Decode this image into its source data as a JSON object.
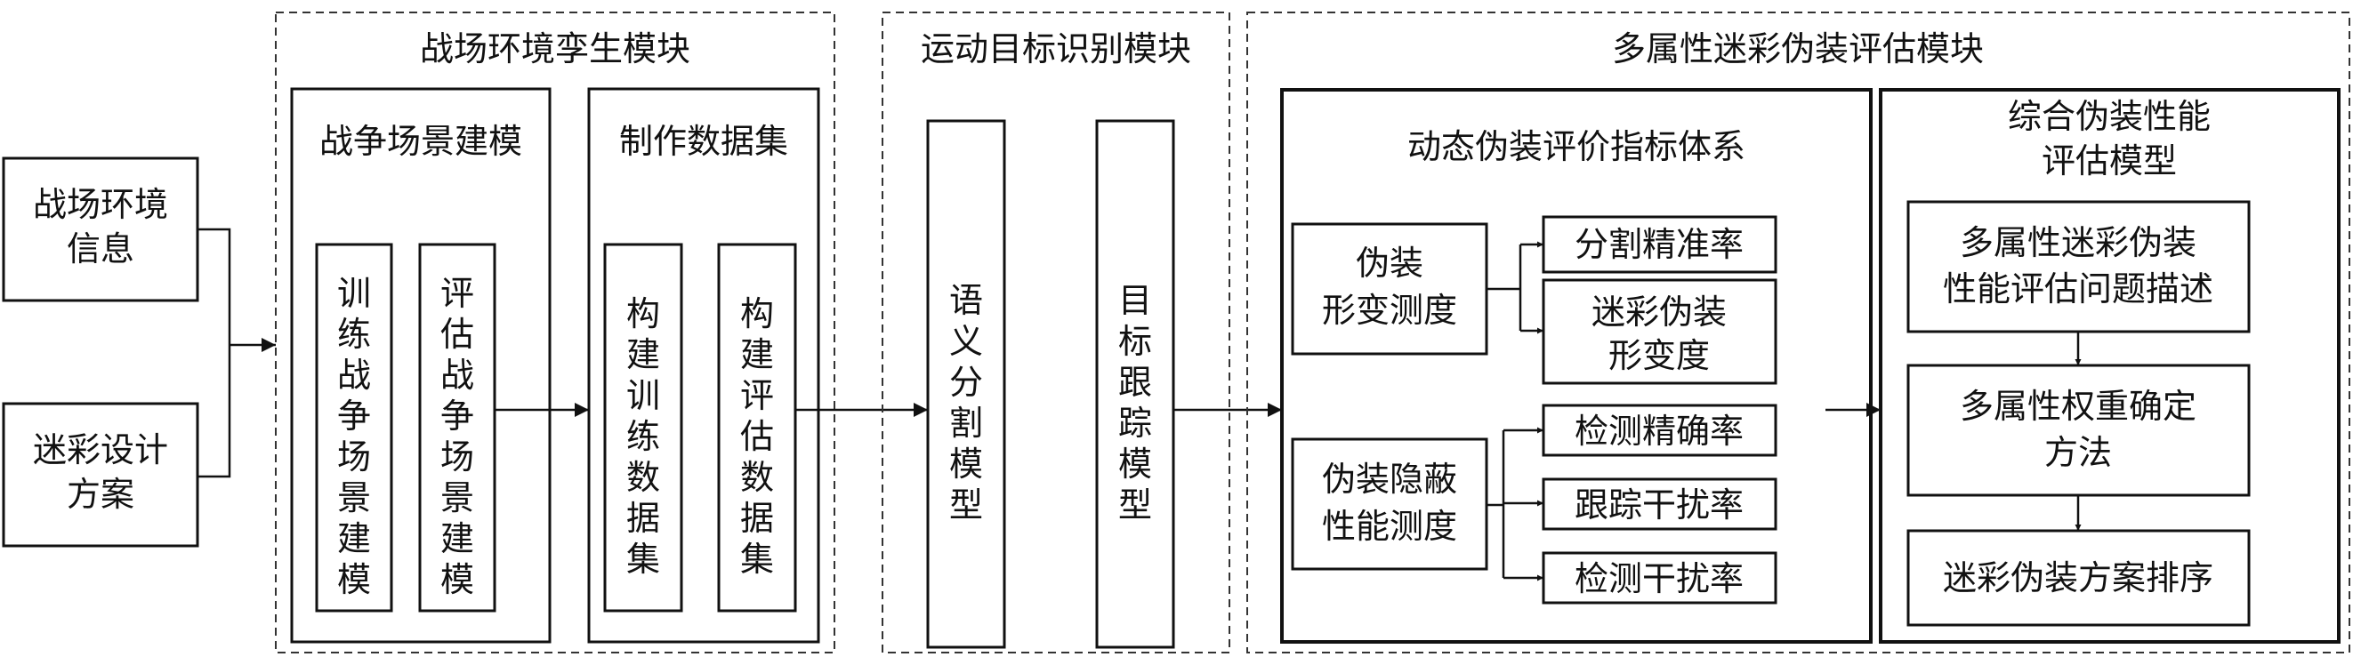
{
  "inputs": {
    "battlefield_info": [
      "战场环境",
      "信息"
    ],
    "camouflage_design": [
      "迷彩设计",
      "方案"
    ]
  },
  "module1": {
    "title": "战场环境孪生模块",
    "scene": {
      "title": "战争场景建模",
      "train": "训练战争场景建模",
      "eval": "评估战争场景建模"
    },
    "dataset": {
      "title": "制作数据集",
      "train": "构建训练数据集",
      "eval": "构建评估数据集"
    }
  },
  "module2": {
    "title": "运动目标识别模块",
    "seg": "语义分割模型",
    "track": "目标跟踪模型"
  },
  "module3": {
    "title": "多属性迷彩伪装评估模块",
    "index": {
      "title": "动态伪装评价指标体系",
      "deform": {
        "label": [
          "伪装",
          "形变测度"
        ],
        "metrics": [
          "分割精准率",
          [
            "迷彩伪装",
            "形变度"
          ]
        ]
      },
      "conceal": {
        "label": [
          "伪装隐蔽",
          "性能测度"
        ],
        "metrics": [
          "检测精确率",
          "跟踪干扰率",
          "检测干扰率"
        ]
      }
    },
    "model": {
      "title": [
        "综合伪装性能",
        "评估模型"
      ],
      "step1": [
        "多属性迷彩伪装",
        "性能评估问题描述"
      ],
      "step2": [
        "多属性权重确定",
        "方法"
      ],
      "step3": "迷彩伪装方案排序"
    }
  }
}
